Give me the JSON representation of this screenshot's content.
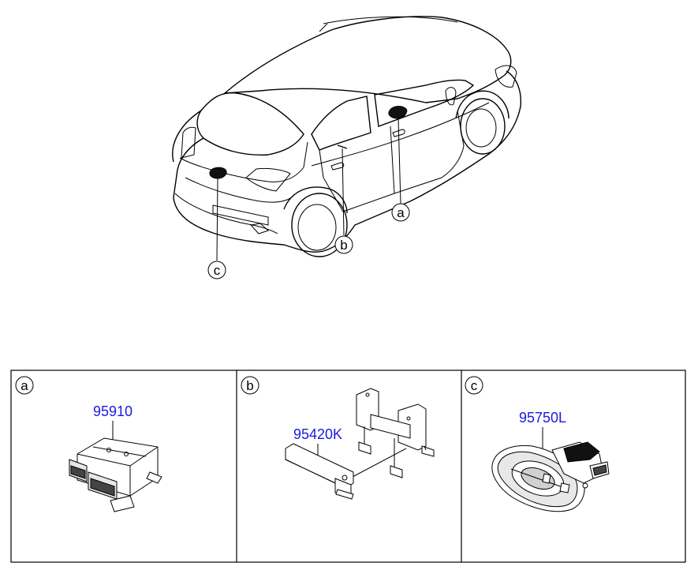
{
  "callouts": {
    "a": "a",
    "b": "b",
    "c": "c"
  },
  "panels": [
    {
      "callout": "a",
      "part_number": "95910"
    },
    {
      "callout": "b",
      "part_number": "95420K"
    },
    {
      "callout": "c",
      "part_number": "95750L"
    }
  ],
  "colors": {
    "part_number": "#1a1ae0",
    "line": "#000000"
  }
}
